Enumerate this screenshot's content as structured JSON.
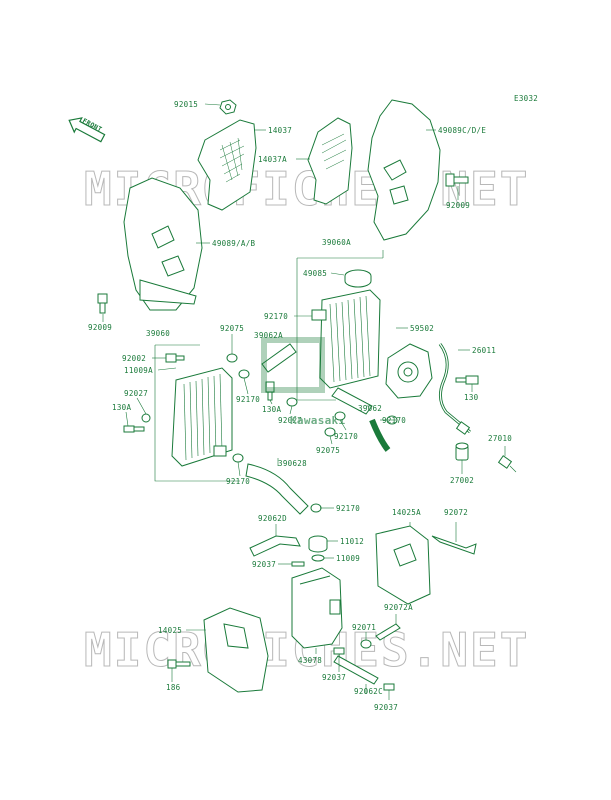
{
  "diagram": {
    "code": "E3032",
    "front_badge": "FRONT",
    "watermark": "MICROFICHES.NET",
    "center_logo": "Kawasaki",
    "callouts": {
      "p92015": "92015",
      "p14037": "14037",
      "p14037a": "14037A",
      "p49089cde": "49089C/D/E",
      "p92009r": "92009",
      "p49089ab": "49089/A/B",
      "p92009l": "92009",
      "p39060a": "39060A",
      "p49085": "49085",
      "p92170a": "92170",
      "p59502": "59502",
      "p26011": "26011",
      "p130r": "130",
      "p39060": "39060",
      "p92075a": "92075",
      "p39062a": "39062A",
      "p92002": "92002",
      "p11009a": "11009A",
      "p92027l": "92027",
      "p130a_l": "130A",
      "p92170b": "92170",
      "p130a_m": "130A",
      "p92027m": "92027",
      "p39062": "39062",
      "p92170c": "92170",
      "p92170d": "92170",
      "p27010": "27010",
      "p92075b": "92075",
      "p390628": "390628",
      "p92170e": "92170",
      "p27002": "27002",
      "p92170f": "92170",
      "p92062d": "92062D",
      "p11012": "11012",
      "p14025a": "14025A",
      "p92072": "92072",
      "p92037a": "92037",
      "p11009": "11009",
      "p92071": "92071",
      "p92072a": "92072A",
      "p14025": "14025",
      "p43078": "43078",
      "p186": "186",
      "p92037b": "92037",
      "p92062c": "92062C",
      "p92037c": "92037"
    }
  }
}
